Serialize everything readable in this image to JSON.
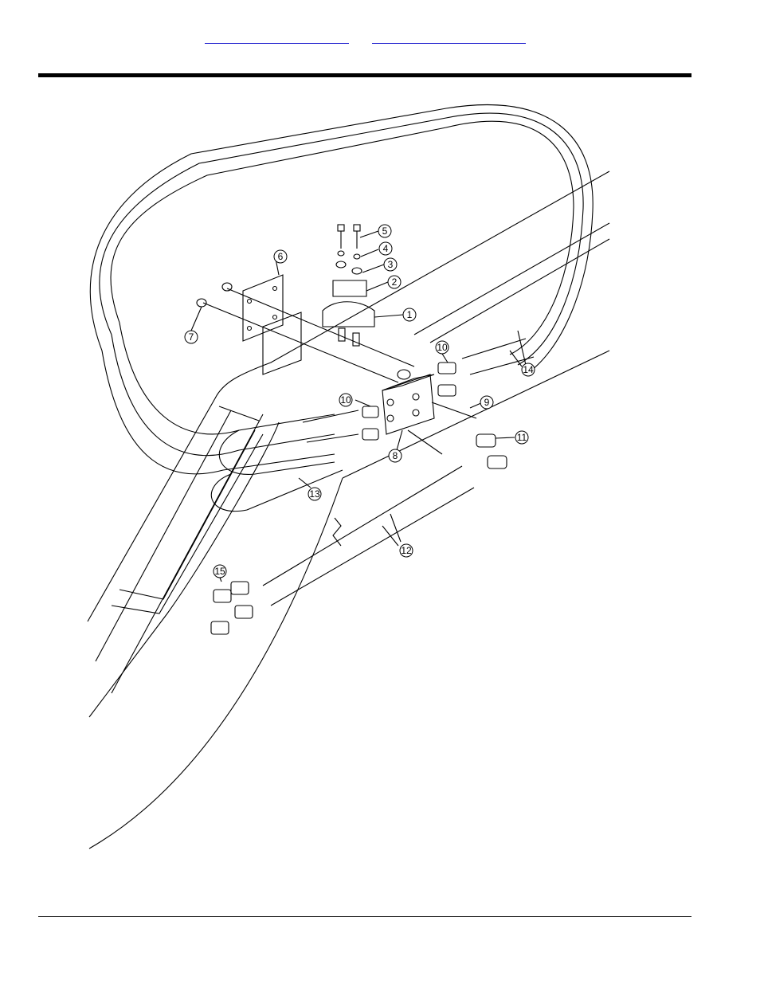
{
  "header": {
    "link_left": "",
    "link_right": ""
  },
  "callouts": [
    {
      "id": "c1",
      "label": "1"
    },
    {
      "id": "c2",
      "label": "2"
    },
    {
      "id": "c3",
      "label": "3"
    },
    {
      "id": "c4",
      "label": "4"
    },
    {
      "id": "c5",
      "label": "5"
    },
    {
      "id": "c6",
      "label": "6"
    },
    {
      "id": "c7",
      "label": "7"
    },
    {
      "id": "c8",
      "label": "8"
    },
    {
      "id": "c9",
      "label": "9"
    },
    {
      "id": "c10a",
      "label": "10"
    },
    {
      "id": "c10b",
      "label": "10"
    },
    {
      "id": "c11",
      "label": "11"
    },
    {
      "id": "c12",
      "label": "12"
    },
    {
      "id": "c13",
      "label": "13"
    },
    {
      "id": "c14",
      "label": "14"
    },
    {
      "id": "c15",
      "label": "15"
    }
  ]
}
